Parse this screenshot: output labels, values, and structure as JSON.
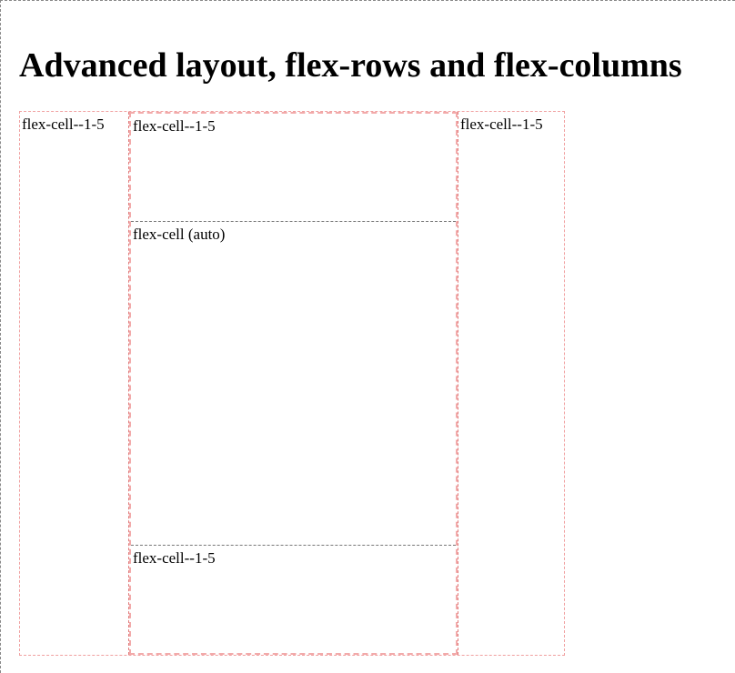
{
  "page": {
    "title": "Advanced layout, flex-rows and flex-columns"
  },
  "layout": {
    "left_cell": "flex-cell--1-5",
    "middle": {
      "top_cell": "flex-cell--1-5",
      "auto_cell": "flex-cell (auto)",
      "bottom_cell": "flex-cell--1-5"
    },
    "right_cell": "flex-cell--1-5"
  },
  "colors": {
    "outer_frame": "#888888",
    "cell_border": "#f0a0a0",
    "inner_divider": "#777777"
  }
}
